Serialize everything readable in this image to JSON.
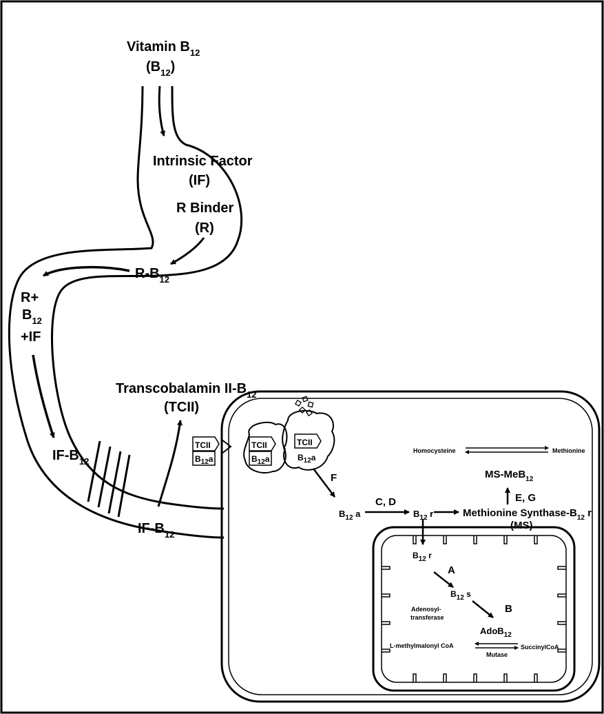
{
  "labels": {
    "vitamin": {
      "main": "Vitamin B",
      "sub": "12"
    },
    "vitamin_abbr": {
      "open": "(B",
      "sub": "12",
      "close": ")"
    },
    "intrinsic_factor": "Intrinsic Factor",
    "if_abbr": "(IF)",
    "r_binder": "R Binder",
    "r_abbr": "(R)",
    "r_b12": {
      "main": "R-B",
      "sub": "12"
    },
    "r_plus": "R+",
    "b12": {
      "main": "B",
      "sub": "12"
    },
    "plus_if": "+IF",
    "if_b12_upper": {
      "main": "IF-B",
      "sub": "12"
    },
    "if_b12_lower": {
      "main": "IF-B",
      "sub": "12"
    },
    "transcobalamin": {
      "main": "Transcobalamin II-B",
      "sub": "12"
    },
    "tcii_abbr": "(TCII)",
    "tcii_box": "TCII",
    "b12a_box": {
      "main": "B",
      "sub": "12",
      "suffix": "a"
    },
    "step_f": "F",
    "b12a": {
      "main": "B",
      "sub": "12",
      "suffix": " a"
    },
    "step_cd": "C, D",
    "b12r": {
      "main": "B",
      "sub": "12",
      "suffix": " r"
    },
    "homocysteine": "Homocysteine",
    "methionine": "Methionine",
    "ms_meb12": {
      "main": "MS-MeB",
      "sub": "12"
    },
    "step_eg": "E, G",
    "methionine_synthase": {
      "main": "Methionine Synthase-B",
      "sub": "12",
      "suffix": " r"
    },
    "ms_abbr": "(MS)",
    "mito_b12r": {
      "main": "B",
      "sub": "12",
      "suffix": " r"
    },
    "step_a": "A",
    "b12s": {
      "main": "B",
      "sub": "12",
      "suffix": " s"
    },
    "step_b": "B",
    "adenosyl": "Adenosyl-",
    "transferase": "transferase",
    "adob12": {
      "main": "AdoB",
      "sub": "12"
    },
    "methylmalonyl": "L-methylmalonyl CoA",
    "succinyl": "SuccinylCoA",
    "mutase": "Mutase"
  }
}
